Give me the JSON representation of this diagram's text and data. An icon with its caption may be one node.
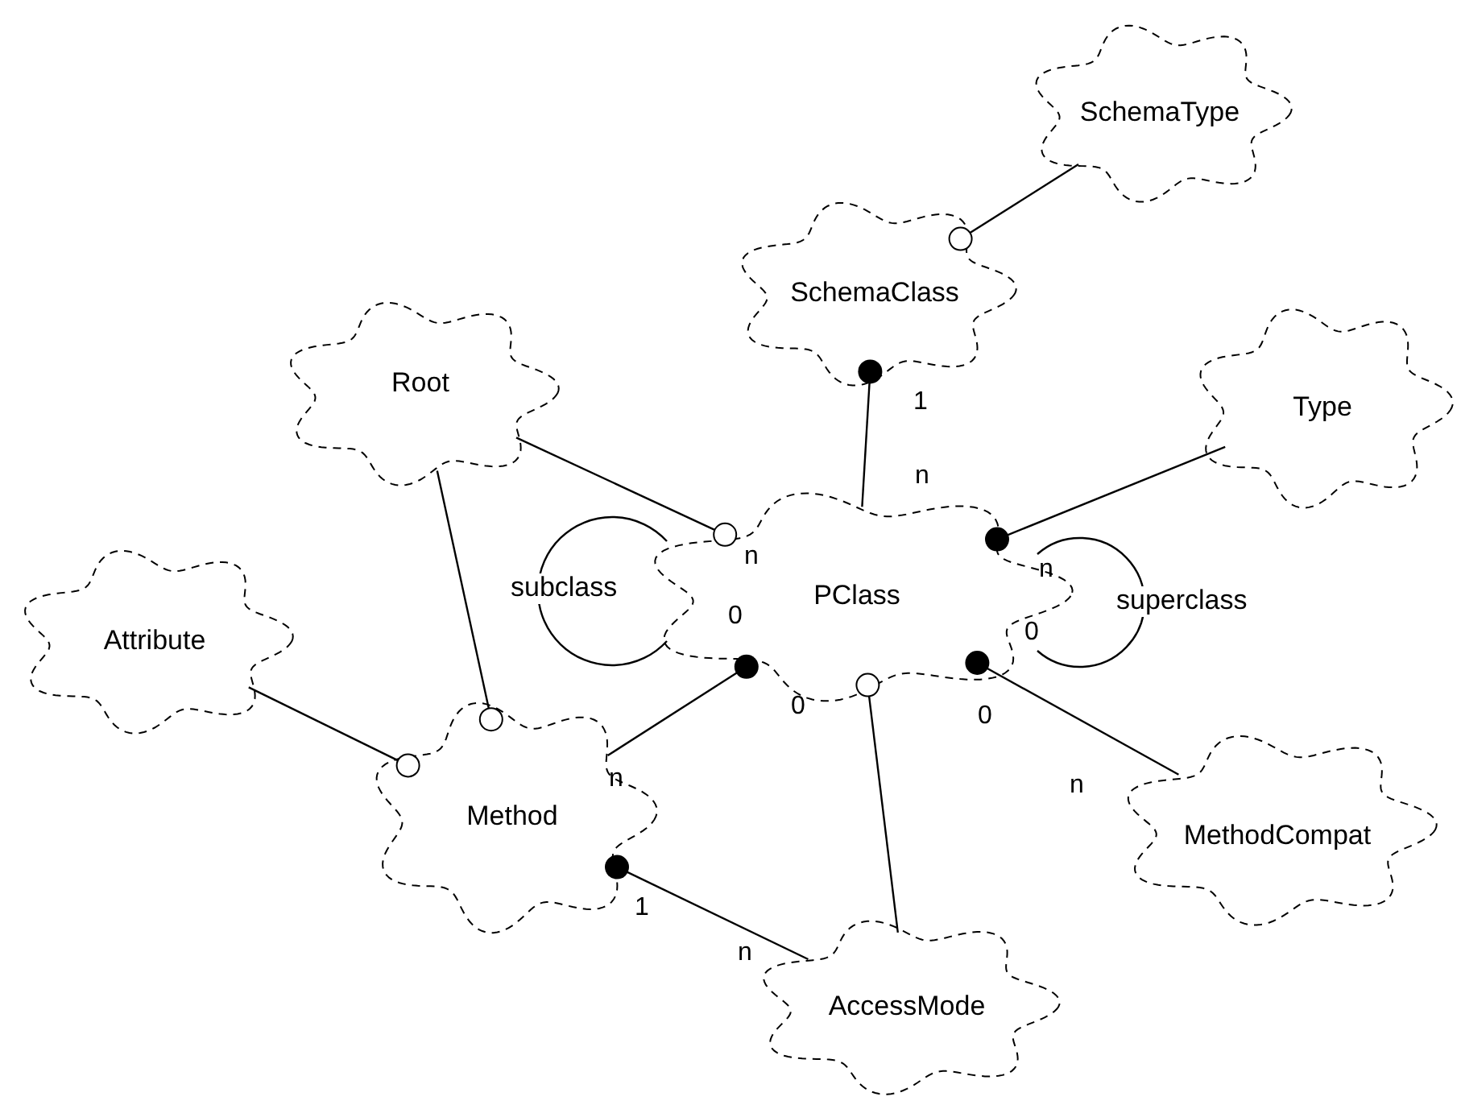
{
  "diagram": {
    "nodes": [
      {
        "text": [
          "SchemaType"
        ]
      },
      {
        "text": [
          "SchemaClass"
        ]
      },
      {
        "text": [
          "Root"
        ]
      },
      {
        "text": [
          "Type"
        ]
      },
      {
        "text": [
          "PClass"
        ]
      },
      {
        "text": [
          "Attribute"
        ]
      },
      {
        "text": [
          "Method"
        ]
      },
      {
        "text": [
          "MethodCompat"
        ]
      },
      {
        "text": [
          "AccessMode"
        ]
      }
    ],
    "edges": [
      {
        "from": 0,
        "to": 1,
        "arrow": "other"
      },
      {
        "from": 4,
        "to": 1,
        "arrow": "other"
      },
      {
        "from": 2,
        "to": 4,
        "arrow": "other"
      },
      {
        "from": 3,
        "to": 4,
        "arrow": "other"
      },
      {
        "from": 4,
        "to": 4,
        "arrow": "none",
        "label": "subclass"
      },
      {
        "from": 4,
        "to": 4,
        "arrow": "none",
        "label": "superclass"
      },
      {
        "from": 6,
        "to": 4,
        "arrow": "other"
      },
      {
        "from": 8,
        "to": 4,
        "arrow": "other"
      },
      {
        "from": 7,
        "to": 4,
        "arrow": "other"
      },
      {
        "from": 2,
        "to": 6,
        "arrow": "other"
      },
      {
        "from": 5,
        "to": 6,
        "arrow": "other"
      },
      {
        "from": 8,
        "to": 6,
        "arrow": "other"
      }
    ],
    "labels": [
      "1",
      "n",
      "n",
      "n",
      "0",
      "0",
      "0",
      "0",
      "n",
      "n",
      "1",
      "n"
    ]
  }
}
